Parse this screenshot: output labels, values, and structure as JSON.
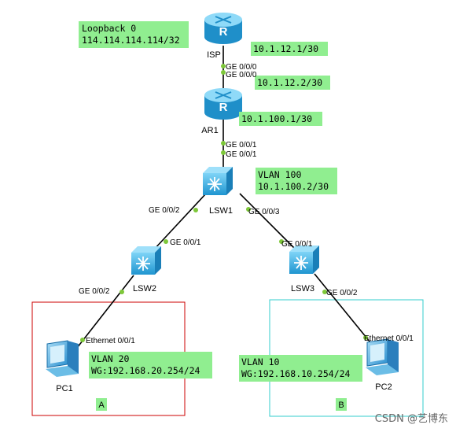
{
  "devices": {
    "isp": "ISP",
    "ar1": "AR1",
    "lsw1": "LSW1",
    "lsw2": "LSW2",
    "lsw3": "LSW3",
    "pc1": "PC1",
    "pc2": "PC2"
  },
  "notes": {
    "loopback": [
      "Loopback 0",
      "114.114.114.114/32"
    ],
    "isp_ip": "10.1.12.1/30",
    "ar1_up_ip": "10.1.12.2/30",
    "ar1_down_ip": "10.1.100.1/30",
    "lsw1": [
      "VLAN 100",
      "10.1.100.2/30"
    ],
    "pc1": [
      "VLAN 20",
      "WG:192.168.20.254/24"
    ],
    "pc2": [
      "VLAN 10",
      "WG:192.168.10.254/24"
    ]
  },
  "ports": {
    "isp_ge000": "GE 0/0/0",
    "ar1_ge000": "GE 0/0/0",
    "ar1_ge001": "GE 0/0/1",
    "lsw1_ge001": "GE 0/0/1",
    "lsw1_ge002": "GE 0/0/2",
    "lsw1_ge003": "GE 0/0/3",
    "lsw2_ge001": "GE 0/0/1",
    "lsw2_ge002": "GE 0/0/2",
    "lsw3_ge001": "GE 0/0/1",
    "lsw3_ge002": "GE 0/0/2",
    "pc1_eth": "Ethernet 0/0/1",
    "pc2_eth": "Ethernet 0/0/1"
  },
  "areas": {
    "a": "A",
    "b": "B"
  },
  "watermark": "CSDN @艺博东",
  "colors": {
    "note_bg": "#90ee90",
    "device_blue": "#2aa7e0",
    "link": "#000000",
    "port_dot": "#7ec83a",
    "area_a": "#cc0000",
    "area_b": "#33cccc"
  }
}
